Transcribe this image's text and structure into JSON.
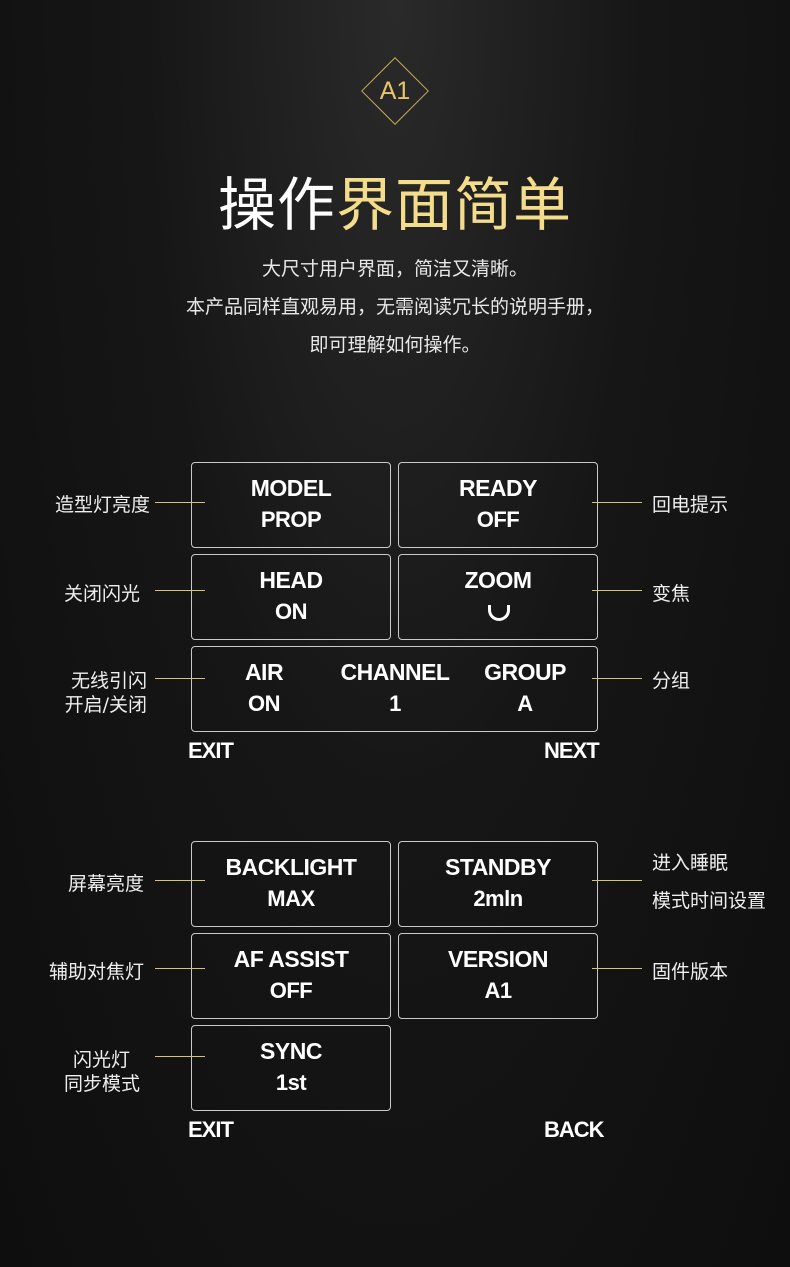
{
  "badge": {
    "label": "A1"
  },
  "header": {
    "title_white": "操作",
    "title_gold": "界面简单",
    "desc": [
      "大尺寸用户界面，简洁又清晰。",
      "本产品同样直观易用，无需阅读冗长的说明手册，",
      "即可理解如何操作。"
    ]
  },
  "screen1": {
    "model": {
      "label": "MODEL",
      "value": "PROP"
    },
    "ready": {
      "label": "READY",
      "value": "OFF"
    },
    "head": {
      "label": "HEAD",
      "value": "ON"
    },
    "zoom": {
      "label": "ZOOM",
      "value_icon": "zoom-curve-icon"
    },
    "air": {
      "label": "AIR",
      "value": "ON"
    },
    "channel": {
      "label": "CHANNEL",
      "value": "1"
    },
    "group": {
      "label": "GROUP",
      "value": "A"
    },
    "exit": "EXIT",
    "next": "NEXT",
    "callouts": {
      "model": "造型灯亮度",
      "ready": "回电提示",
      "head": "关闭闪光",
      "zoom": "变焦",
      "air_1": "无线引闪",
      "air_2": "开启/关闭",
      "group": "分组"
    }
  },
  "screen2": {
    "backlight": {
      "label": "BACKLIGHT",
      "value": "MAX"
    },
    "standby": {
      "label": "STANDBY",
      "value": "2mln"
    },
    "afassist": {
      "label": "AF ASSIST",
      "value": "OFF"
    },
    "version": {
      "label": "VERSION",
      "value": "A1"
    },
    "sync": {
      "label": "SYNC",
      "value": "1st"
    },
    "exit": "EXIT",
    "back": "BACK",
    "callouts": {
      "backlight": "屏幕亮度",
      "standby_1": "进入睡眠",
      "standby_2": "模式时间设置",
      "afassist": "辅助对焦灯",
      "version": "固件版本",
      "sync_1": "闪光灯",
      "sync_2": "同步模式"
    }
  },
  "colors": {
    "accent_gold": "#e6c46a",
    "line_gold": "#d8c27a",
    "border": "#c9c9c9"
  }
}
